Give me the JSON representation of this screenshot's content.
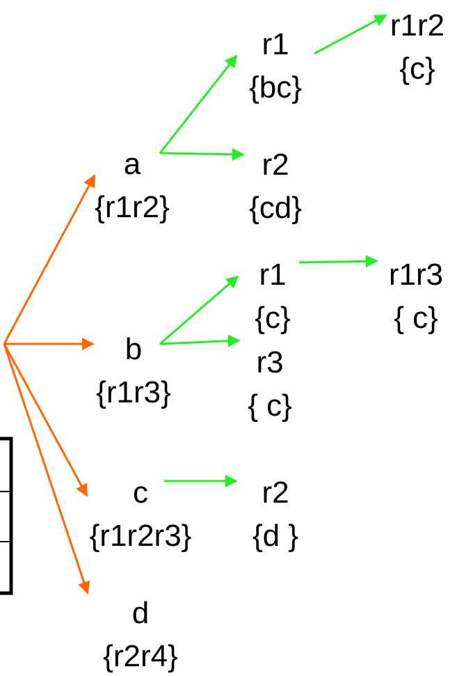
{
  "colors": {
    "level1_edge": "#ff6600",
    "level2_edge": "#22ee22",
    "text": "#000000",
    "frame": "#000000"
  },
  "nodes": [
    {
      "id": "a",
      "label": "a",
      "set": "{r1r2}"
    },
    {
      "id": "b",
      "label": "b",
      "set": "{r1r3}"
    },
    {
      "id": "c",
      "label": "c",
      "set": "{r1r2r3}"
    },
    {
      "id": "d",
      "label": "d",
      "set": "{r2r4}"
    },
    {
      "id": "a-r1",
      "label": "r1",
      "set": "{bc}"
    },
    {
      "id": "a-r2",
      "label": "r2",
      "set": "{cd}"
    },
    {
      "id": "a-r1r2",
      "label": "r1r2",
      "set": "{c}"
    },
    {
      "id": "b-r1",
      "label": "r1",
      "set": "{c}"
    },
    {
      "id": "b-r3",
      "label": "r3",
      "set": "{ c}"
    },
    {
      "id": "b-r1r3",
      "label": "r1r3",
      "set": "{ c}"
    },
    {
      "id": "c-r2",
      "label": "r2",
      "set": "{d }"
    }
  ],
  "edges": [
    {
      "from": "root",
      "to": "a",
      "level": 1
    },
    {
      "from": "root",
      "to": "b",
      "level": 1
    },
    {
      "from": "root",
      "to": "c",
      "level": 1
    },
    {
      "from": "root",
      "to": "d",
      "level": 1
    },
    {
      "from": "a",
      "to": "a-r1",
      "level": 2
    },
    {
      "from": "a",
      "to": "a-r2",
      "level": 2
    },
    {
      "from": "a-r1",
      "to": "a-r1r2",
      "level": 2
    },
    {
      "from": "b",
      "to": "b-r1",
      "level": 2
    },
    {
      "from": "b",
      "to": "b-r3",
      "level": 2
    },
    {
      "from": "b-r1",
      "to": "b-r1r3",
      "level": 2
    },
    {
      "from": "c",
      "to": "c-r2",
      "level": 2
    }
  ]
}
